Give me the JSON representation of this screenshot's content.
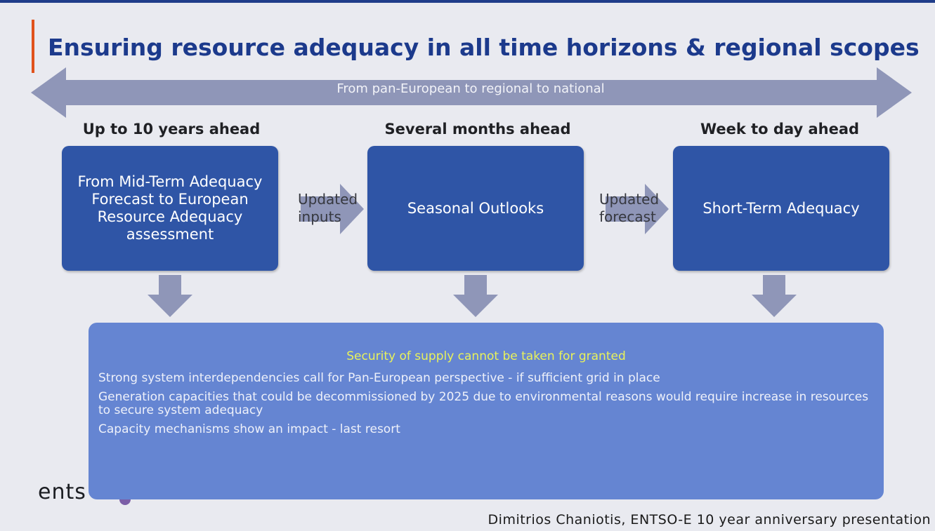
{
  "title": "Ensuring resource adequacy in all time horizons & regional scopes",
  "scope_label": "From pan-European to regional to national",
  "horizons": [
    {
      "heading": "Up to 10 years ahead",
      "box_text": "From Mid-Term Adequacy Forecast to European Resource Adequacy assessment"
    },
    {
      "heading": "Several months ahead",
      "box_text": "Seasonal Outlooks"
    },
    {
      "heading": "Week to day ahead",
      "box_text": "Short-Term Adequacy"
    }
  ],
  "transitions": [
    {
      "label": "Updated\ninputs"
    },
    {
      "label": "Updated\nforecast"
    }
  ],
  "summary": {
    "title": "Security of supply cannot be taken for granted",
    "points": [
      "Strong system interdependencies call for Pan-European perspective - if sufficient grid in place",
      "Generation capacities that could be decommissioned by 2025 due to environmental reasons would require increase in resources to secure system adequacy",
      "Capacity mechanisms show an impact - last resort"
    ]
  },
  "logo_text": "ents",
  "caption": "Dimitrios Chaniotis, ENTSO-E 10 year anniversary presentation",
  "colors": {
    "title": "#1c3a8c",
    "accent": "#e0521c",
    "box": "#2f55a6",
    "summary_panel": "#6585d2",
    "summary_title": "#e9f25a",
    "arrow": "#8f96b8"
  }
}
